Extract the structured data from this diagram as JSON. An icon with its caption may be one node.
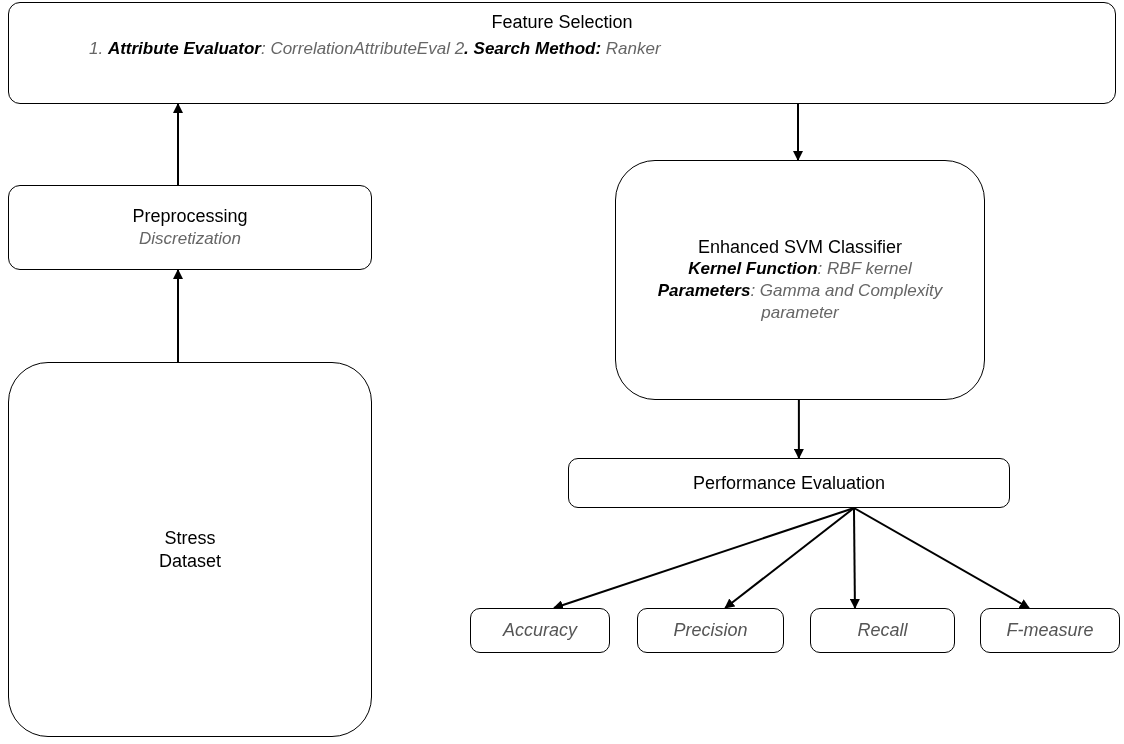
{
  "diagram": {
    "nodes": [
      {
        "text": [
          "Feature Selection",
          "1.  **Attribute Evaluator**:  CorrelationAttributeEval  2**. Search Method:**  Ranker"
        ]
      },
      {
        "text": [
          "Preprocessing",
          "Discretization"
        ]
      },
      {
        "text": [
          "Stress Dataset"
        ]
      },
      {
        "text": [
          "Enhanced SVM Classifier",
          "**Kernel Function**:  RBF kernel",
          "**Parameters**:  Gamma and Complexity parameter"
        ]
      },
      {
        "text": [
          "Performance Evaluation"
        ]
      },
      {
        "text": [
          "Accuracy"
        ]
      },
      {
        "text": [
          "Precision"
        ]
      },
      {
        "text": [
          "Recall"
        ]
      },
      {
        "text": [
          "F-measure"
        ]
      }
    ],
    "edges": [
      {
        "from": 2,
        "to": 1,
        "arrow": "to"
      },
      {
        "from": 1,
        "to": 0,
        "arrow": "to"
      },
      {
        "from": 0,
        "to": 3,
        "arrow": "to"
      },
      {
        "from": 3,
        "to": 4,
        "arrow": "to"
      },
      {
        "from": 4,
        "to": 5,
        "arrow": "to"
      },
      {
        "from": 4,
        "to": 6,
        "arrow": "to"
      },
      {
        "from": 4,
        "to": 7,
        "arrow": "to"
      },
      {
        "from": 4,
        "to": 8,
        "arrow": "to"
      }
    ]
  }
}
